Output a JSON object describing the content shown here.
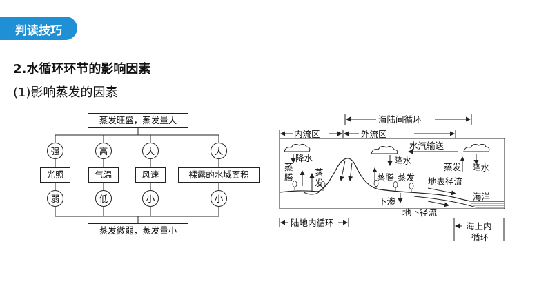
{
  "header": {
    "tag_label": "判读技巧"
  },
  "section_title": "2.水循环环节的影响因素",
  "subsection_title": "(1)影响蒸发的因素",
  "factors": {
    "top": "蒸发旺盛，蒸发量大",
    "bottom": "蒸发微弱，蒸发量小",
    "columns": [
      {
        "high": "强",
        "label": "光照",
        "low": "弱"
      },
      {
        "high": "高",
        "label": "气温",
        "low": "低"
      },
      {
        "high": "大",
        "label": "风速",
        "low": "小"
      },
      {
        "high": "大",
        "label": "裸露的水域面积",
        "low": "小"
      }
    ]
  },
  "cycle": {
    "sea_land_cycle": "海陆间循环",
    "inland_area": "内流区",
    "outflow_area": "外流区",
    "vapor_transport": "水汽输送",
    "precip": "降水",
    "evap": "蒸发",
    "evap_v": [
      "蒸",
      "发"
    ],
    "evap_trans_v": [
      "蒸",
      "腾"
    ],
    "evap_trans_h": "蒸腾",
    "surface_runoff": "地表径流",
    "infiltration": "下渗",
    "groundwater_runoff": "地下径流",
    "ocean": "海洋",
    "land_cycle": "陆地内循环",
    "sea_cycle_line1": "海上内",
    "sea_cycle_line2": "循环"
  }
}
